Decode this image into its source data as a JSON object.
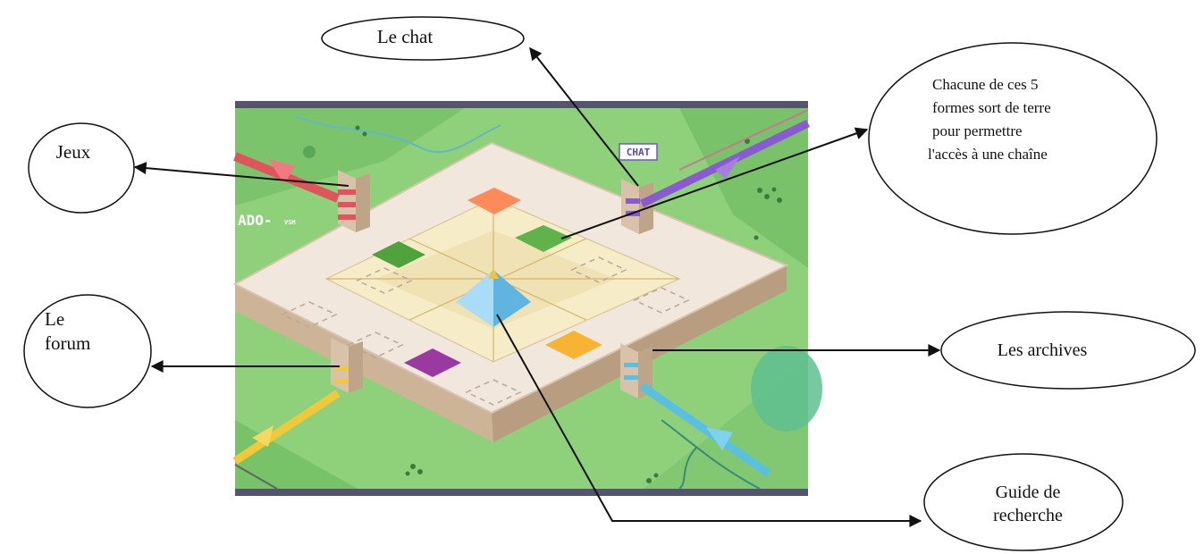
{
  "callouts": {
    "chat": {
      "text": "Le chat"
    },
    "jeux": {
      "text": "Jeux"
    },
    "forum": {
      "lines": [
        "Le",
        "forum"
      ]
    },
    "archives": {
      "text": "Les archives"
    },
    "guide": {
      "lines": [
        "Guide de",
        "recherche"
      ]
    },
    "formes": {
      "lines": [
        "Chacune de ces 5",
        "formes sort de terre",
        "pour permettre",
        "l'accès à une chaîne"
      ]
    }
  },
  "scene": {
    "chat_sign": "CHAT",
    "side_text": "ADO-",
    "side_text_small": "VSM"
  },
  "colors": {
    "grass": "#8fd07a",
    "grass_dark": "#5eaa55",
    "plaza": "#f1e7dc",
    "plaza_edge": "#d9c4ae",
    "center_tan": "#efe2b4",
    "pyramid": "#7fc9ee",
    "frame": "#545470",
    "tower_red": "#e0545c",
    "tower_purple": "#8a5ad0",
    "tower_yellow": "#f0c93a",
    "tower_blue": "#5bbfe0",
    "tile_orange": "#ff8a5a",
    "tile_green": "#5fb34a",
    "tile_purple": "#9a3aa0",
    "tile_gold": "#f7b432"
  }
}
